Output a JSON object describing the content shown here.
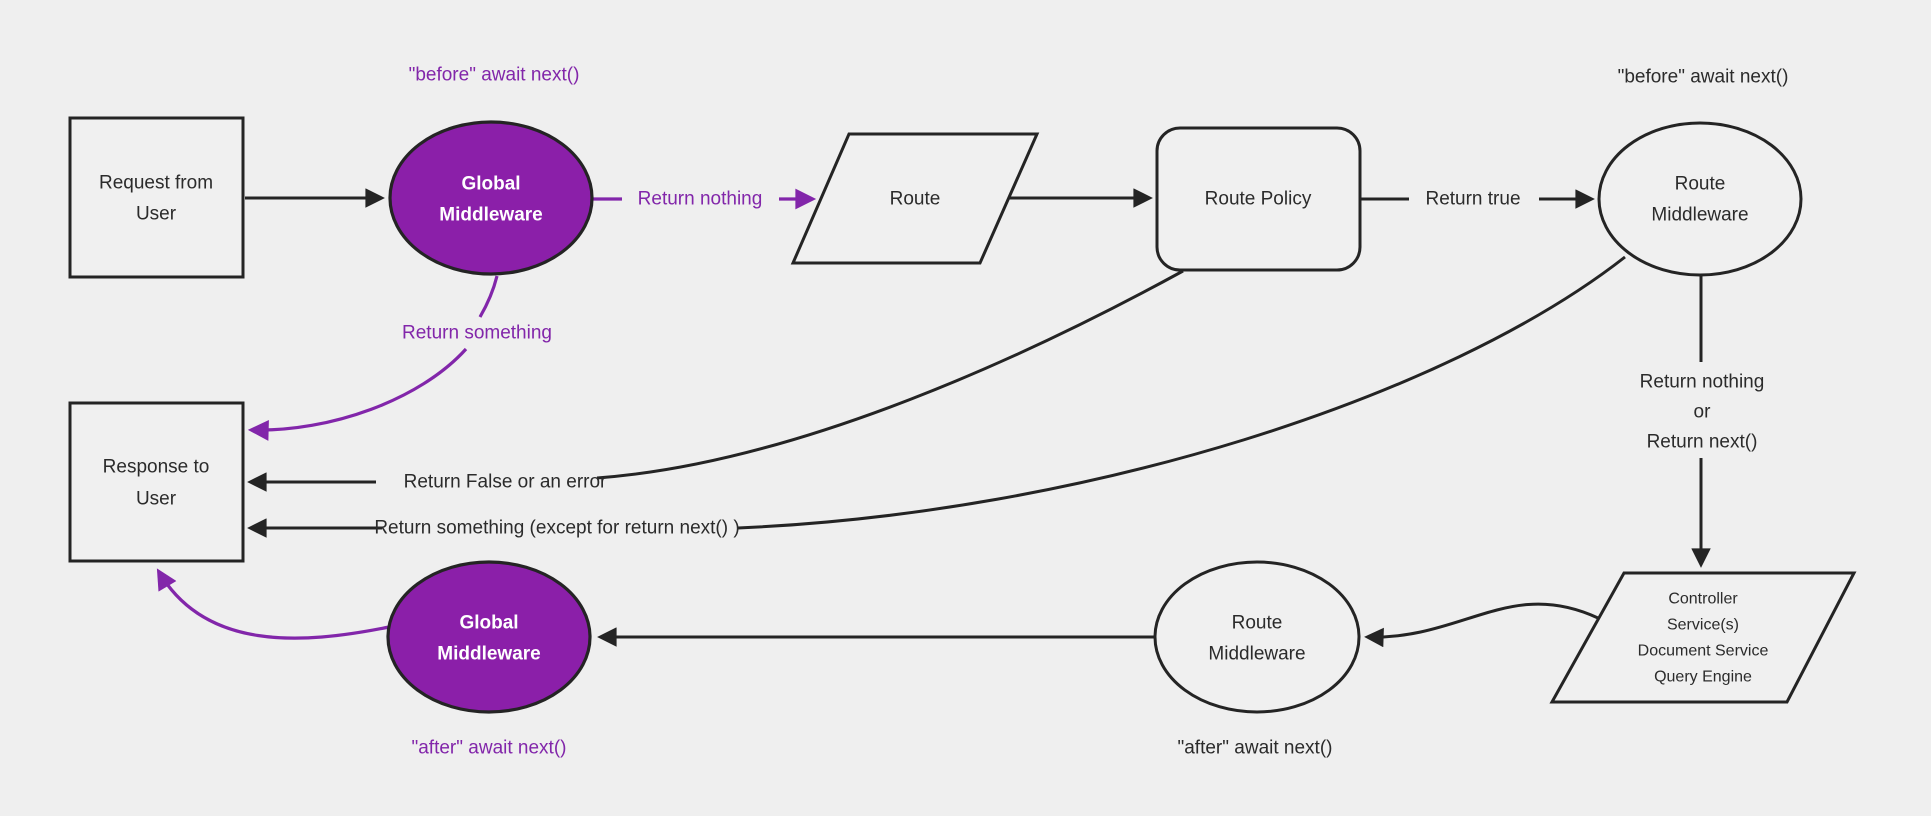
{
  "colors": {
    "background": "#efefef",
    "node_fill": "#f0f0f0",
    "stroke": "#242424",
    "text": "#2b2b2b",
    "purple_fill": "#8b1fa9",
    "purple_accent": "#8226aa"
  },
  "nodes": {
    "request": {
      "line1": "Request from",
      "line2": "User"
    },
    "global_mw_top": {
      "line1": "Global",
      "line2": "Middleware"
    },
    "route": {
      "label": "Route"
    },
    "route_policy": {
      "label": "Route Policy"
    },
    "route_mw_top": {
      "line1": "Route",
      "line2": "Middleware"
    },
    "controller": {
      "line1": "Controller",
      "line2": "Service(s)",
      "line3": "Document Service",
      "line4": "Query Engine"
    },
    "route_mw_bottom": {
      "line1": "Route",
      "line2": "Middleware"
    },
    "global_mw_bottom": {
      "line1": "Global",
      "line2": "Middleware"
    },
    "response": {
      "line1": "Response to",
      "line2": "User"
    }
  },
  "labels": {
    "before_await_global": "\"before\" await next()",
    "before_await_route": "\"before\" await next()",
    "return_nothing": "Return nothing",
    "return_true": "Return true",
    "return_something": "Return something",
    "return_false_or_error": "Return False or an error",
    "return_something_except": "Return something (except for return next() )",
    "return_nothing_or_line1": "Return nothing",
    "return_nothing_or_line2": "or",
    "return_nothing_or_line3": "Return next()",
    "after_await_global": "\"after\" await next()",
    "after_await_route": "\"after\" await next()"
  }
}
